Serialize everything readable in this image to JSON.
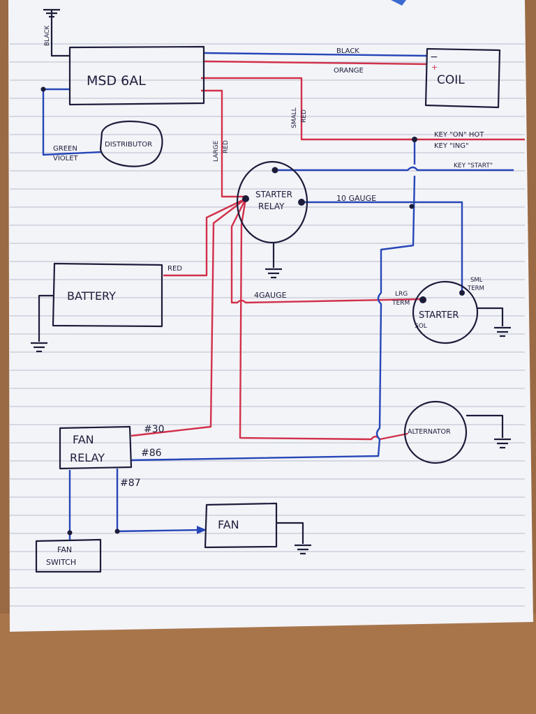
{
  "colors": {
    "ink": "#1c1c3a",
    "red_wire": "#d2304a",
    "blue_wire": "#2646b8",
    "ruled_line": "#b9bccb",
    "paper": "#f3f4f8",
    "table": "#9a6a44"
  },
  "components": {
    "msd": "MSD 6AL",
    "coil": "COIL",
    "coil_neg": "−",
    "coil_pos": "+",
    "distributor": "DISTRIBUTOR",
    "starter_relay_line1": "STARTER",
    "starter_relay_line2": "RELAY",
    "battery": "BATTERY",
    "starter_line1": "STARTER",
    "starter_sol": "SOL",
    "alternator": "ALTERNATOR",
    "fan_relay_line1": "FAN",
    "fan_relay_line2": "RELAY",
    "fan": "FAN",
    "fan_switch_line1": "FAN",
    "fan_switch_line2": "SWITCH"
  },
  "wire_labels": {
    "black_ground": "BLACK",
    "black": "BLACK",
    "orange": "ORANGE",
    "small_red_1": "SMALL",
    "small_red_2": "RED",
    "large_red_1": "LARGE",
    "large_red_2": "RED",
    "green": "GREEN",
    "violet": "VIOLET",
    "key_on_hot": "KEY \"ON\" HOT",
    "key_ing": "KEY \"ING\"",
    "key_start": "KEY \"START\"",
    "ten_gauge": "10 GAUGE",
    "battery_red": "RED",
    "four_gauge": "4GAUGE",
    "lrg_term_1": "LRG",
    "lrg_term_2": "TERM",
    "sml_term_1": "SML",
    "sml_term_2": "TERM",
    "pin_30": "#30",
    "pin_86": "#86",
    "pin_87": "#87"
  }
}
